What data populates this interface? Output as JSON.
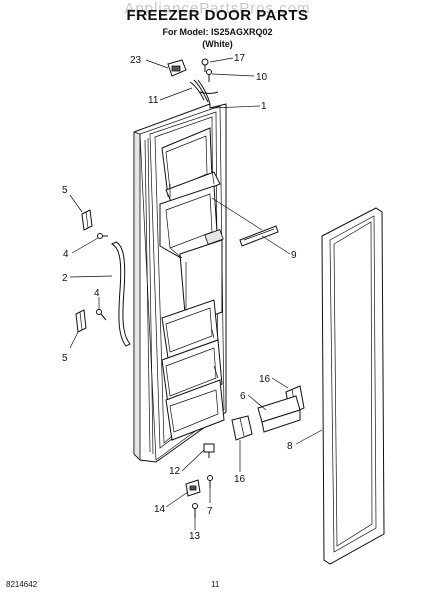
{
  "header": {
    "watermark": "AppliancePartsPros.com",
    "title": "FREEZER DOOR PARTS",
    "model_line": "For Model: IS25AGXRQ02",
    "variant": "(White)"
  },
  "callouts": {
    "c23": "23",
    "c17": "17",
    "c10": "10",
    "c11": "11",
    "c1": "1",
    "c5a": "5",
    "c4a": "4",
    "c2": "2",
    "c4b": "4",
    "c5b": "5",
    "c9": "9",
    "c16a": "16",
    "c6": "6",
    "c8": "8",
    "c16b": "16",
    "c12": "12",
    "c14": "14",
    "c7": "7",
    "c13": "13"
  },
  "footer": {
    "doc_number": "8214642",
    "page_number": "11"
  }
}
